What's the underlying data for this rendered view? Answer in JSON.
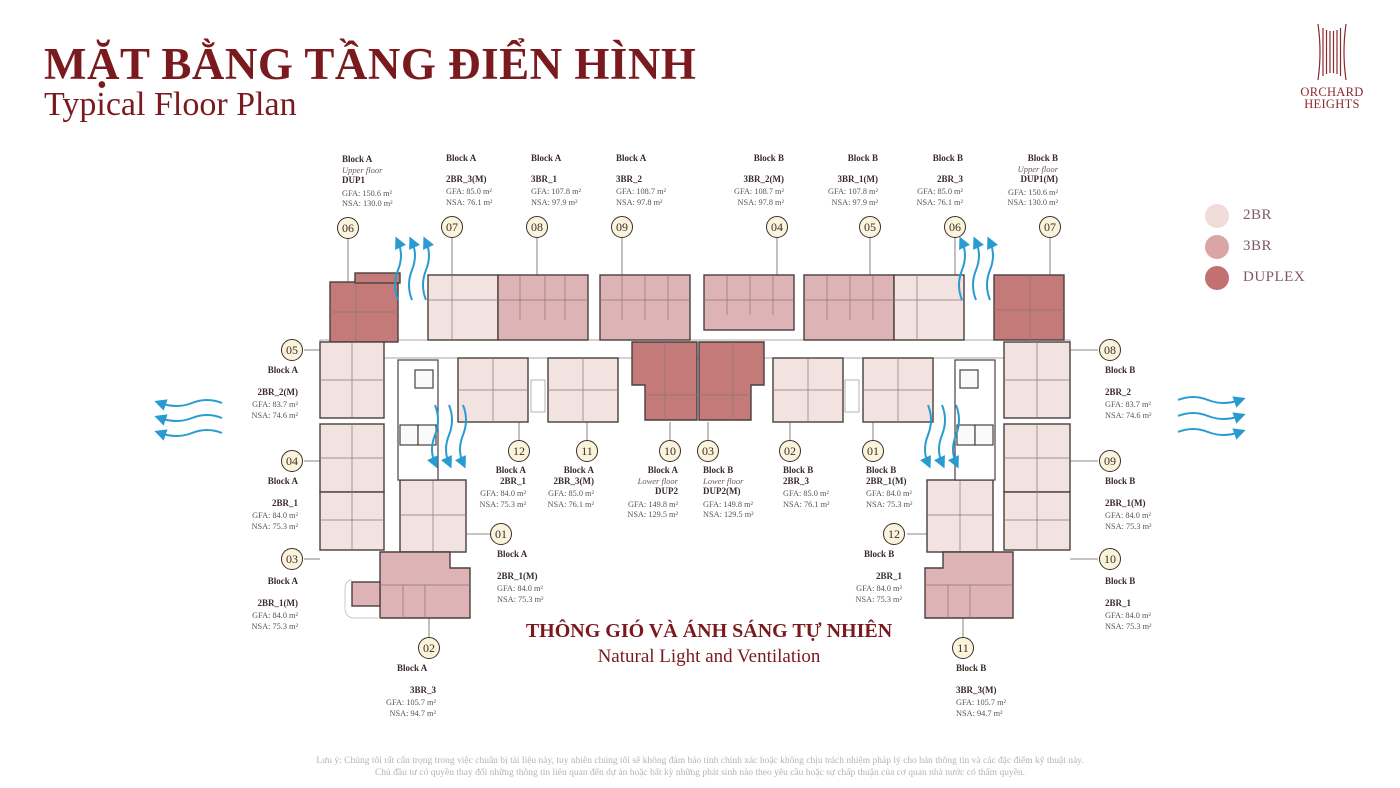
{
  "header": {
    "title_vn": "MẶT BẰNG TẦNG ĐIỂN HÌNH",
    "title_en": "Typical Floor Plan"
  },
  "brand": {
    "logo_icon": "orchard-heights-columns-icon",
    "line1": "ORCHARD",
    "line2": "HEIGHTS",
    "color": "#8a2a30"
  },
  "legend": {
    "items": [
      {
        "label": "2BR",
        "color": "#f0dcd8"
      },
      {
        "label": "3BR",
        "color": "#d9a5a5"
      },
      {
        "label": "DUPLEX",
        "color": "#c27070"
      }
    ]
  },
  "colors": {
    "title": "#7b1a1e",
    "unit_2br": "#f3e3e0",
    "unit_3br": "#deb3b5",
    "unit_duplex": "#c47a78",
    "wall": "#4a3f3f",
    "corridor": "#ffffff",
    "arrow": "#2a9bd1",
    "badge_fill": "#fbf3dc"
  },
  "units": {
    "a06": {
      "num": "06",
      "block": "Block A",
      "note": "Upper floor",
      "code": "DUP1",
      "gfa": "GFA: 150.6 m²",
      "nsa": "NSA: 130.0 m²"
    },
    "a07": {
      "num": "07",
      "block": "Block A",
      "code": "2BR_3(M)",
      "gfa": "GFA: 85.0 m²",
      "nsa": "NSA: 76.1 m²"
    },
    "a08": {
      "num": "08",
      "block": "Block A",
      "code": "3BR_1",
      "gfa": "GFA: 107.8 m²",
      "nsa": "NSA: 97.9 m²"
    },
    "a09": {
      "num": "09",
      "block": "Block A",
      "code": "3BR_2",
      "gfa": "GFA: 108.7 m²",
      "nsa": "NSA: 97.8 m²"
    },
    "b04": {
      "num": "04",
      "block": "Block B",
      "code": "3BR_2(M)",
      "gfa": "GFA: 108.7 m²",
      "nsa": "NSA: 97.8 m²"
    },
    "b05": {
      "num": "05",
      "block": "Block B",
      "code": "3BR_1(M)",
      "gfa": "GFA: 107.8 m²",
      "nsa": "NSA: 97.9 m²"
    },
    "b06": {
      "num": "06",
      "block": "Block B",
      "code": "2BR_3",
      "gfa": "GFA: 85.0 m²",
      "nsa": "NSA: 76.1 m²"
    },
    "b07": {
      "num": "07",
      "block": "Block B",
      "note": "Upper floor",
      "code": "DUP1(M)",
      "gfa": "GFA: 150.6 m²",
      "nsa": "NSA: 130.0 m²"
    },
    "a05": {
      "num": "05",
      "block": "Block A",
      "code": "2BR_2(M)",
      "gfa": "GFA: 83.7 m²",
      "nsa": "NSA: 74.6 m²"
    },
    "a04": {
      "num": "04",
      "block": "Block A",
      "code": "2BR_1",
      "gfa": "GFA: 84.0 m²",
      "nsa": "NSA: 75.3 m²"
    },
    "a03": {
      "num": "03",
      "block": "Block A",
      "code": "2BR_1(M)",
      "gfa": "GFA: 84.0 m²",
      "nsa": "NSA: 75.3 m²"
    },
    "b08": {
      "num": "08",
      "block": "Block B",
      "code": "2BR_2",
      "gfa": "GFA: 83.7 m²",
      "nsa": "NSA: 74.6 m²"
    },
    "b09": {
      "num": "09",
      "block": "Block B",
      "code": "2BR_1(M)",
      "gfa": "GFA: 84.0 m²",
      "nsa": "NSA: 75.3 m²"
    },
    "b10": {
      "num": "10",
      "block": "Block B",
      "code": "2BR_1",
      "gfa": "GFA: 84.0 m²",
      "nsa": "NSA: 75.3 m²"
    },
    "a12": {
      "num": "12",
      "block": "Block A",
      "code": "2BR_1",
      "gfa": "GFA: 84.0 m²",
      "nsa": "NSA: 75.3 m²"
    },
    "a11": {
      "num": "11",
      "block": "Block A",
      "code": "2BR_3(M)",
      "gfa": "GFA: 85.0 m²",
      "nsa": "NSA: 76.1 m²"
    },
    "a10": {
      "num": "10",
      "block": "Block A",
      "note": "Lower floor",
      "code": "DUP2",
      "gfa": "GFA: 149.8 m²",
      "nsa": "NSA: 129.5 m²"
    },
    "b03": {
      "num": "03",
      "block": "Block B",
      "note": "Lower floor",
      "code": "DUP2(M)",
      "gfa": "GFA: 149.8 m²",
      "nsa": "NSA: 129.5 m²"
    },
    "b02": {
      "num": "02",
      "block": "Block B",
      "code": "2BR_3",
      "gfa": "GFA: 85.0 m²",
      "nsa": "NSA: 76.1 m²"
    },
    "b01": {
      "num": "01",
      "block": "Block B",
      "code": "2BR_1(M)",
      "gfa": "GFA: 84.0 m²",
      "nsa": "NSA: 75.3 m²"
    },
    "a01": {
      "num": "01",
      "block": "Block A",
      "code": "2BR_1(M)",
      "gfa": "GFA: 84.0 m²",
      "nsa": "NSA: 75.3 m²"
    },
    "a02": {
      "num": "02",
      "block": "Block A",
      "code": "3BR_3",
      "gfa": "GFA: 105.7 m²",
      "nsa": "NSA: 94.7 m²"
    },
    "b12": {
      "num": "12",
      "block": "Block B",
      "code": "2BR_1",
      "gfa": "GFA: 84.0 m²",
      "nsa": "NSA: 75.3 m²"
    },
    "b11": {
      "num": "11",
      "block": "Block B",
      "code": "3BR_3(M)",
      "gfa": "GFA: 105.7 m²",
      "nsa": "NSA: 94.7 m²"
    }
  },
  "ventilation": {
    "title_vn": "THÔNG GIÓ VÀ ÁNH SÁNG TỰ NHIÊN",
    "title_en": "Natural Light and Ventilation",
    "arrow_icon": "airflow-arrow-icon"
  },
  "disclaimer": {
    "line1": "Lưu ý: Chúng tôi rất cẩn trọng trong việc chuẩn bị tài liệu này, tuy nhiên chúng tôi sẽ không đảm bảo tính chính xác hoặc không chịu trách nhiệm pháp lý cho bản thông tin và các đặc điểm kỹ thuật này.",
    "line2": "Chủ đầu tư có quyền thay đổi những thông tin liên quan đến dự án hoặc bất kỳ những phát sinh nào theo yêu cầu hoặc sự chấp thuận của cơ quan nhà nước có thẩm quyền."
  }
}
